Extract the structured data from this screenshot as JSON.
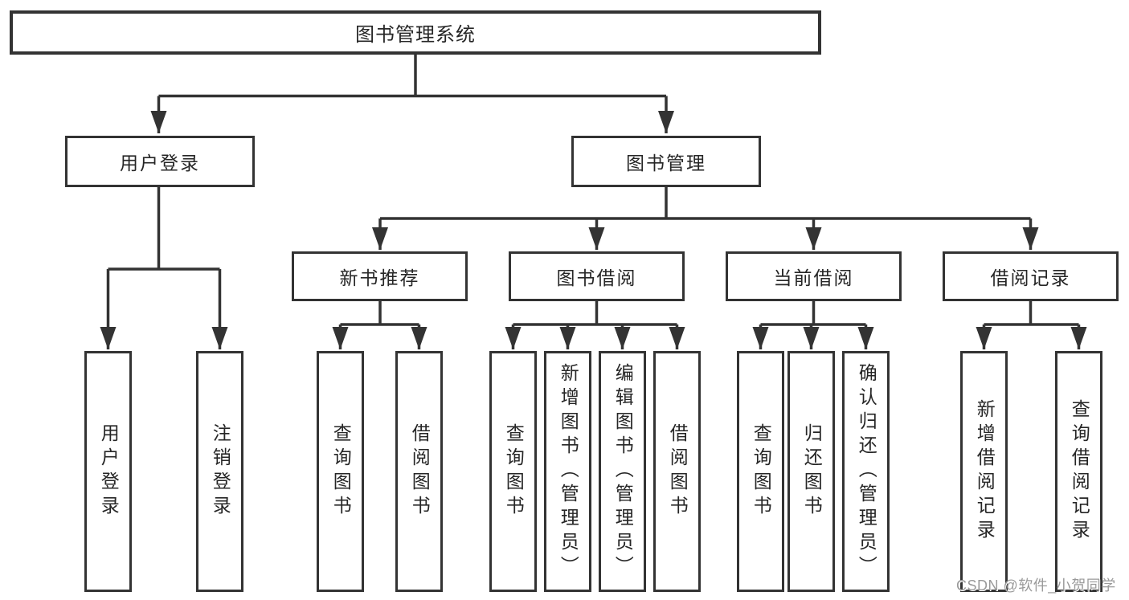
{
  "colors": {
    "line": "#333333",
    "box_border": "#333333",
    "text": "#262626",
    "background": "#ffffff",
    "watermark_text": "#9a9a9a"
  },
  "watermark": "CSDN @软件_小贺同学",
  "tree": {
    "label": "图书管理系统",
    "children": [
      {
        "label": "用户登录",
        "children": [
          {
            "label": "用户登录"
          },
          {
            "label": "注销登录"
          }
        ]
      },
      {
        "label": "图书管理",
        "children": [
          {
            "label": "新书推荐",
            "children": [
              {
                "label": "查询图书"
              },
              {
                "label": "借阅图书"
              }
            ]
          },
          {
            "label": "图书借阅",
            "children": [
              {
                "label": "查询图书"
              },
              {
                "label": "新增图书（管理员）"
              },
              {
                "label": "编辑图书（管理员）"
              },
              {
                "label": "借阅图书"
              }
            ]
          },
          {
            "label": "当前借阅",
            "children": [
              {
                "label": "查询图书"
              },
              {
                "label": "归还图书"
              },
              {
                "label": "确认归还（管理员）"
              }
            ]
          },
          {
            "label": "借阅记录",
            "children": [
              {
                "label": "新增借阅记录"
              },
              {
                "label": "查询借阅记录"
              }
            ]
          }
        ]
      }
    ]
  }
}
